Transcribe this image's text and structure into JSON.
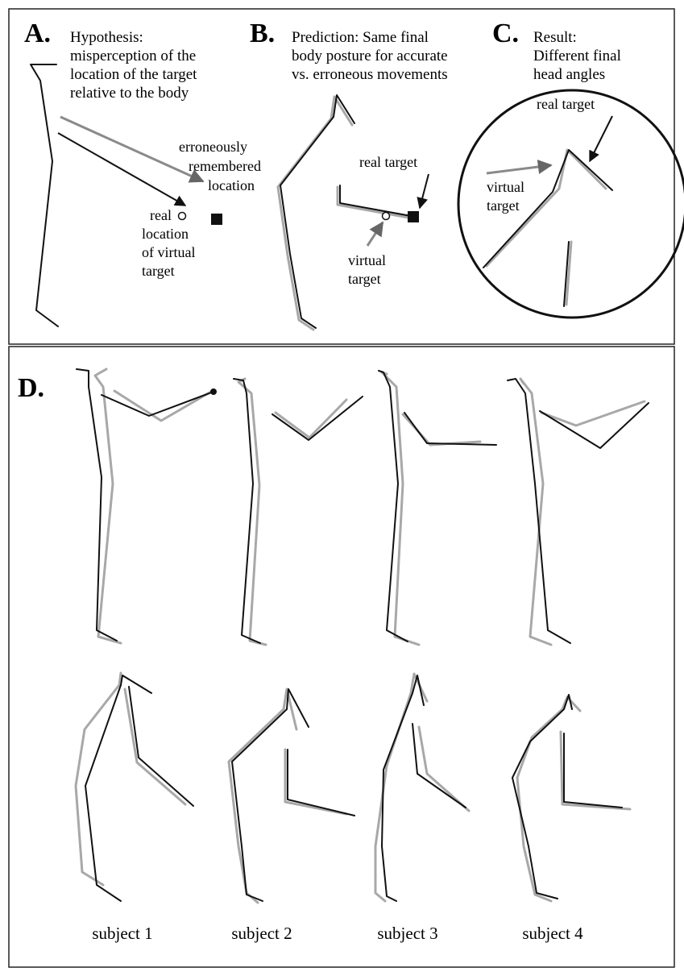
{
  "panels": {
    "a": {
      "letter": "A.",
      "caption": [
        "Hypothesis:",
        "misperception of the",
        "location of the target",
        "relative to the body"
      ],
      "label_remembered": [
        "erroneously",
        "remembered",
        "location"
      ],
      "label_real": [
        "real",
        "location",
        "of virtual",
        "target"
      ]
    },
    "b": {
      "letter": "B.",
      "caption": [
        "Prediction: Same final",
        "body posture for accurate",
        "vs. erroneous movements"
      ],
      "label_real_target": "real target",
      "label_virtual": [
        "virtual",
        "target"
      ]
    },
    "c": {
      "letter": "C.",
      "caption": [
        "Result:",
        "Different final",
        "head angles"
      ],
      "label_real_target": "real target",
      "label_virtual": [
        "virtual",
        "target"
      ]
    },
    "d": {
      "letter": "D.",
      "subjects": [
        "subject 1",
        "subject 2",
        "subject 3",
        "subject 4"
      ]
    }
  },
  "colors": {
    "black_line": "#111111",
    "gray_line": "#a8a8a8"
  }
}
